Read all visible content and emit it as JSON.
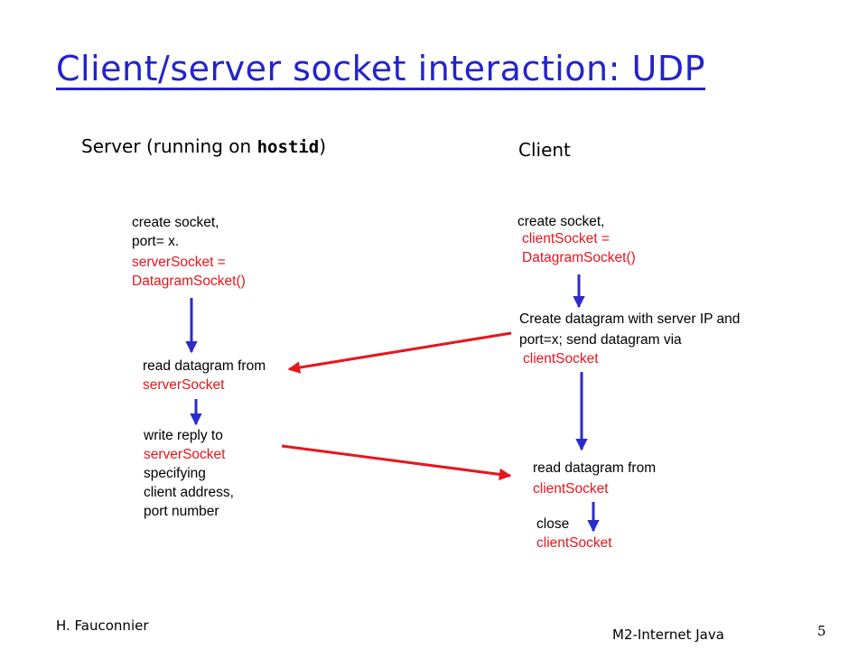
{
  "title": "Client/server socket interaction: UDP",
  "server_header": {
    "prefix": "Server (running on ",
    "host": "hostid",
    "suffix": ")"
  },
  "client_header": "Client",
  "server_steps": {
    "create": {
      "line1": "create socket,",
      "line2": "port= x.",
      "code1": "serverSocket =",
      "code2": "DatagramSocket()"
    },
    "read": {
      "line1": "read datagram from",
      "code1": "serverSocket"
    },
    "write": {
      "line1": "write reply to",
      "code1": "serverSocket",
      "line2": "specifying",
      "line3": "client address,",
      "line4": "port number"
    }
  },
  "client_steps": {
    "create": {
      "line1": "create socket,",
      "code1": "clientSocket =",
      "code2": "DatagramSocket()"
    },
    "send": {
      "line1": "Create datagram with server IP and",
      "line2": "port=x; send datagram via",
      "code1": "clientSocket"
    },
    "read": {
      "line1": "read datagram from",
      "code1": "clientSocket"
    },
    "close": {
      "line1": "close",
      "code1": "clientSocket"
    }
  },
  "footer": {
    "author": "H. Fauconnier",
    "course": "M2-Internet Java",
    "page": "5"
  },
  "colors": {
    "title": "#2323cc",
    "code": "#e8151b",
    "flow_arrow": "#2b2bcc",
    "message_arrow": "#e8151b"
  }
}
